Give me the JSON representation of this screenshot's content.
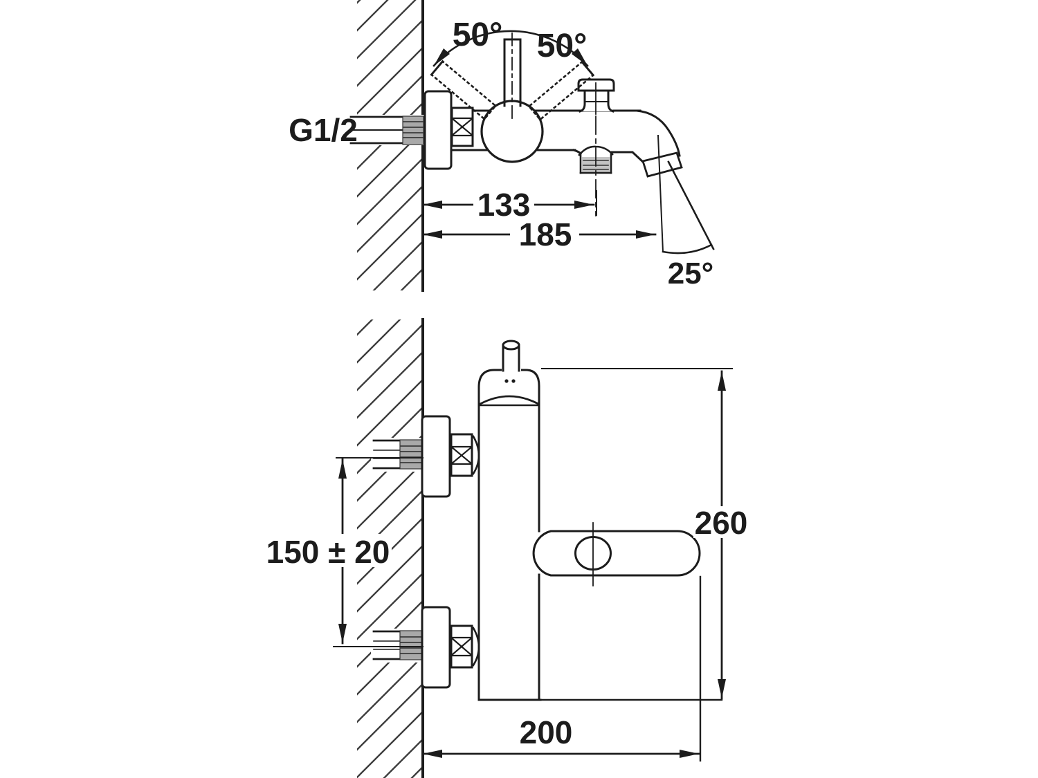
{
  "drawing": {
    "type": "technical-dimension-drawing",
    "views": {
      "top": {
        "thread_label": "G1/2",
        "handle_swing_left": "50°",
        "handle_swing_right": "50°",
        "wall_to_diverter": "133",
        "wall_to_spout_tip": "185",
        "spout_stream_angle": "25°"
      },
      "front": {
        "inlet_spacing": "150 ± 20",
        "overall_height": "260",
        "overall_width": "200"
      }
    },
    "colors": {
      "ink": "#1c1c1c",
      "paper": "#ffffff",
      "thread_fill": "#a9a9a9",
      "ring_fill": "#c4c4c4"
    }
  }
}
